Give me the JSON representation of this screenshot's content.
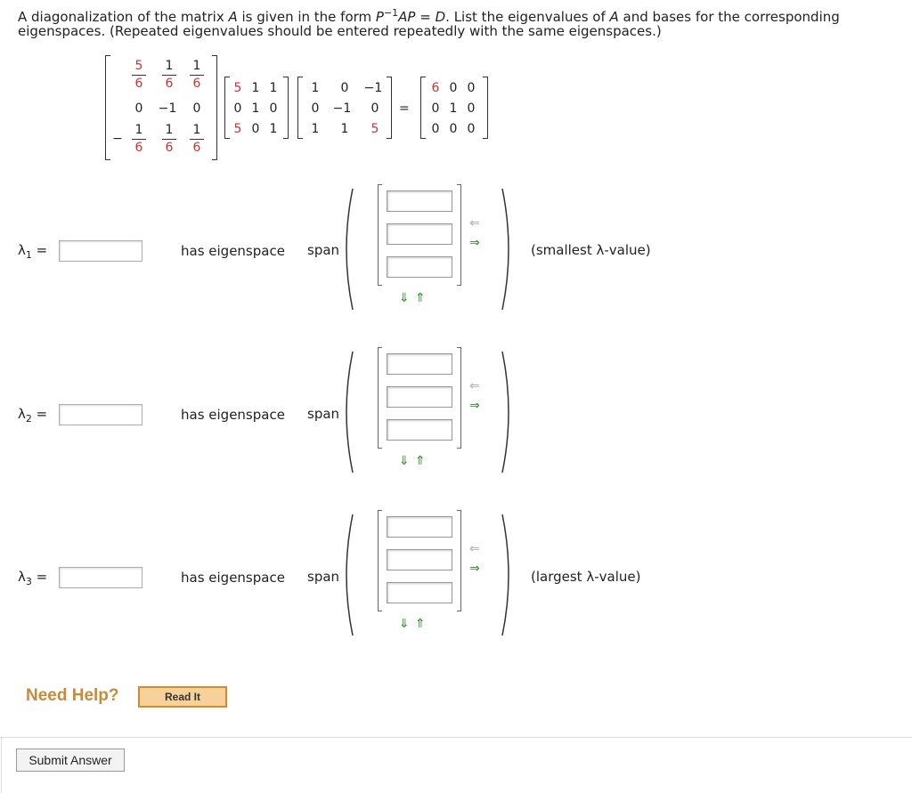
{
  "question": {
    "part1": "A diagonalization of the matrix ",
    "A1": "A",
    "part2": " is given in the form ",
    "P": "P",
    "exp": "−1",
    "AP": "AP",
    "eq": " = ",
    "D": "D",
    "part3": ". List the eigenvalues of ",
    "A2": "A",
    "part4": " and bases for the corresponding",
    "line2": "eigenspaces. (Repeated eigenvalues should be entered repeatedly with the same eigenspaces.)"
  },
  "matrix_pinv": {
    "r1": [
      {
        "num": "5",
        "den": "6"
      },
      {
        "num": "1",
        "den": "6"
      },
      {
        "num": "1",
        "den": "6"
      }
    ],
    "r2": [
      "0",
      "−1",
      "0"
    ],
    "r3": [
      {
        "sign": "−",
        "num": "1",
        "den": "6"
      },
      {
        "num": "1",
        "den": "6"
      },
      {
        "num": "1",
        "den": "6"
      }
    ]
  },
  "matrix_a": [
    [
      "5",
      "1",
      "1"
    ],
    [
      "0",
      "1",
      "0"
    ],
    [
      "5",
      "0",
      "1"
    ]
  ],
  "matrix_p": [
    [
      "1",
      "0",
      "−1"
    ],
    [
      "0",
      "−1",
      "0"
    ],
    [
      "1",
      "1",
      "5"
    ]
  ],
  "equals": "=",
  "matrix_d": [
    [
      "6",
      "0",
      "0"
    ],
    [
      "0",
      "1",
      "0"
    ],
    [
      "0",
      "0",
      "0"
    ]
  ],
  "eigen_rows": [
    {
      "lambda": "λ",
      "sub": "1",
      "eq": "=",
      "has": "has eigenspace",
      "span": "span",
      "note": "(smallest λ-value)"
    },
    {
      "lambda": "λ",
      "sub": "2",
      "eq": "=",
      "has": "has eigenspace",
      "span": "span",
      "note": ""
    },
    {
      "lambda": "λ",
      "sub": "3",
      "eq": "=",
      "has": "has eigenspace",
      "span": "span",
      "note": "(largest λ-value)"
    }
  ],
  "arrows": {
    "left": "⇐",
    "right": "⇒",
    "down": "⇓",
    "up": "⇑"
  },
  "colors": {
    "red": "#d03030",
    "arrow_green": "#2e8b2e",
    "arrow_gray": "#aaaaaa",
    "need_help": "#c98a3a",
    "read_it_bg": "#f6d29a"
  },
  "help": {
    "need_help": "Need Help?",
    "read_it": "Read It"
  },
  "submit": {
    "label": "Submit Answer"
  }
}
